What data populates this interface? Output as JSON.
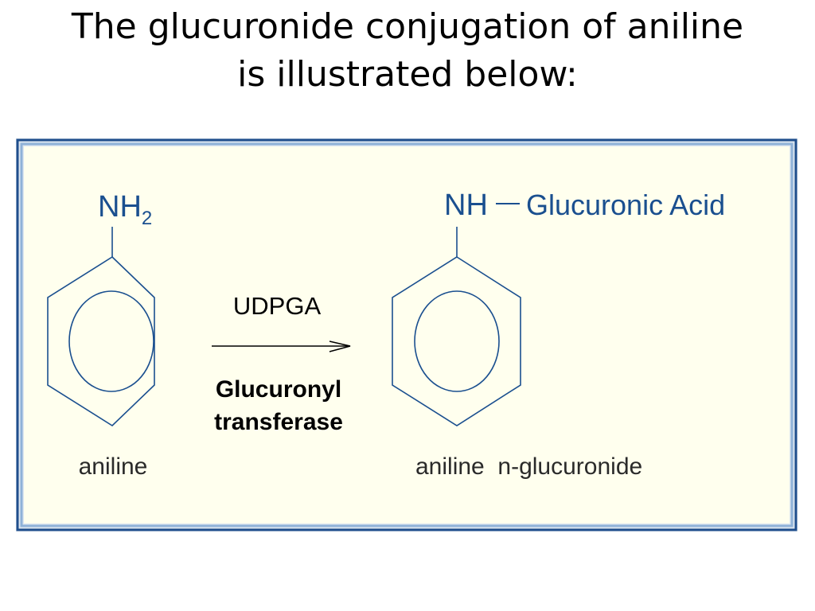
{
  "slide": {
    "title_line1": "The glucuronide conjugation of aniline",
    "title_line2": "is illustrated below:"
  },
  "diagram": {
    "reactant": {
      "group": "NH",
      "group_subscript": "2",
      "name": "aniline"
    },
    "reaction": {
      "reagent": "UDPGA",
      "enzyme_line1": "Glucuronyl",
      "enzyme_line2": "transferase"
    },
    "product": {
      "group": "NH",
      "substituent": "Glucuronic Acid",
      "name": "aniline  n-glucuronide"
    },
    "colors": {
      "frame_outer": "#1f4e8c",
      "frame_inner": "#8fb2d8",
      "background": "#ffffee",
      "structure": "#1a4f8f",
      "reaction_text": "#000000",
      "name_text": "#2a2a2a"
    }
  }
}
